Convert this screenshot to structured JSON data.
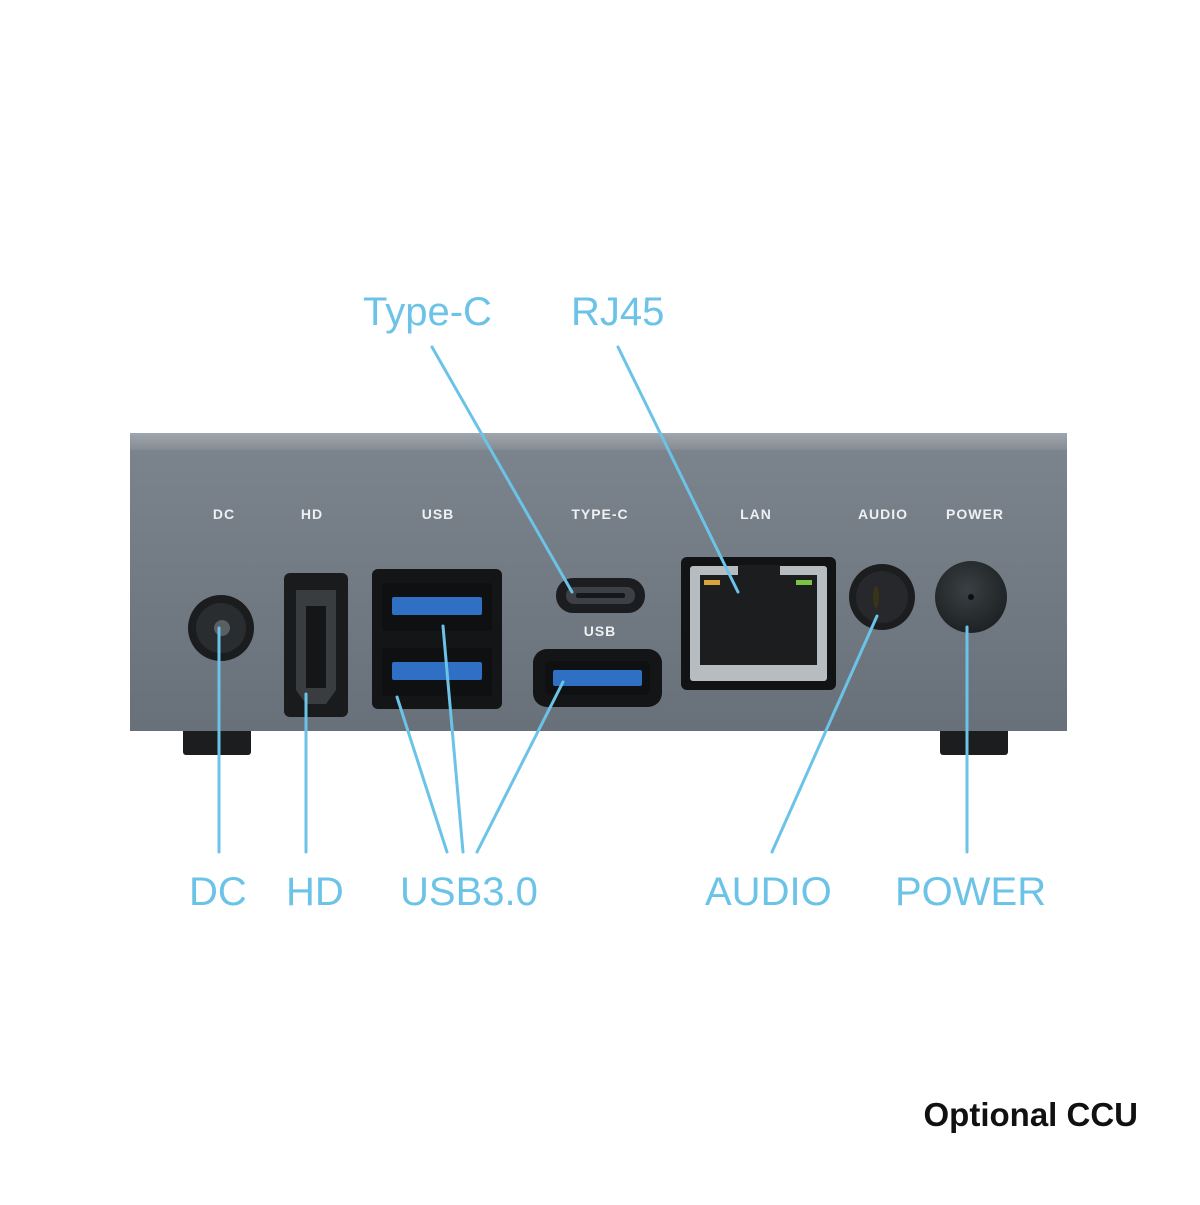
{
  "device": {
    "port_labels": {
      "dc": "DC",
      "hd": "HD",
      "usb": "USB",
      "type_c": "TYPE-C",
      "usb_under_typec": "USB",
      "lan": "LAN",
      "audio": "AUDIO",
      "power": "POWER"
    }
  },
  "callouts": {
    "type_c": "Type-C",
    "rj45": "RJ45",
    "dc": "DC",
    "hd": "HD",
    "usb3": "USB3.0",
    "audio": "AUDIO",
    "power": "POWER"
  },
  "caption": "Optional CCU",
  "colors": {
    "callout": "#6cc3e8",
    "chassis": "#717983",
    "usb_blue": "#2f6fc4"
  }
}
